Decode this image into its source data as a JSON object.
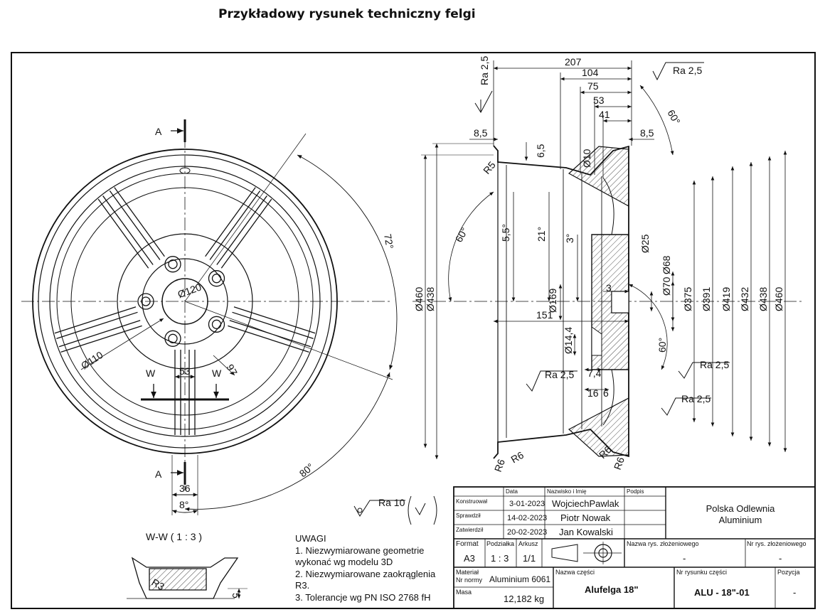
{
  "page_title": "Przykładowy rysunek techniczny felgi",
  "front_view": {
    "section_letter": "A",
    "section_w_letter": "W",
    "dims": {
      "d120": "Ø120",
      "d110": "Ø110",
      "w53": "53",
      "w97": "97",
      "w36": "36",
      "a8": "8°",
      "a72": "72°",
      "a80": "80°"
    }
  },
  "side_view": {
    "top_dims": [
      "207",
      "104",
      "75",
      "53",
      "41"
    ],
    "flange_left": "8,5",
    "flange_right": "8,5",
    "d6_5": "6,5",
    "d10": "Ø10",
    "r5": "R5",
    "r6": "R6",
    "a60_top": "60°",
    "ra_top_left": "Ra 2,5",
    "ra_top_right": "Ra 2,5",
    "left_diameters": [
      "Ø460",
      "Ø438"
    ],
    "right_diameters": [
      "Ø70",
      "Ø68",
      "Ø25",
      "Ø375",
      "Ø391",
      "Ø419",
      "Ø432",
      "Ø438",
      "Ø460"
    ],
    "angles": {
      "a60": "60°",
      "a55": "5,5°",
      "a21": "21°",
      "a3": "3°",
      "a60b": "60°"
    },
    "d169": "Ø169",
    "d151": "151",
    "d3": "3",
    "d14_4": "Ø14,4",
    "d7_4": "7,4",
    "d16": "16",
    "d6": "6",
    "ra_mid": "Ra 2,5",
    "ra_r1": "Ra 2,5",
    "ra_r2": "Ra 2,5"
  },
  "surface_symbol": {
    "label": "Ra 10"
  },
  "section_view": {
    "title": "W-W ( 1 : 3 )",
    "r3": "R3",
    "d5": "5"
  },
  "notes": {
    "heading": "UWAGI",
    "lines": [
      "1. Niezwymiarowane geometrie",
      "wykonać wg modelu 3D",
      "2. Niezwymiarowane zaokrąglenia",
      "R3.",
      "3. Tolerancje wg PN ISO 2768 fH"
    ]
  },
  "title_block": {
    "hdr_data": "Data",
    "hdr_name": "Nazwisko i Imię",
    "hdr_sign": "Podpis",
    "rows": [
      {
        "label": "Konstruował",
        "date": "3-01-2023",
        "name": "WojciechPawlak"
      },
      {
        "label": "Sprawdził",
        "date": "14-02-2023",
        "name": "Piotr Nowak"
      },
      {
        "label": "Zatwierdził",
        "date": "20-02-2023",
        "name": "Jan Kowalski"
      }
    ],
    "company": "Polska Odlewnia\nAluminium",
    "format_label": "Format",
    "format": "A3",
    "scale_label": "Podziałka",
    "scale": "1 : 3",
    "sheet_label": "Arkusz",
    "sheet": "1/1",
    "assembly_name_label": "Nazwa rys. złożeniowego",
    "assembly_name": "-",
    "assembly_no_label": "Nr rys. złożeniowego",
    "assembly_no": "-",
    "material_label": "Materiał\nNr normy",
    "material": "Aluminium 6061",
    "mass_label": "Masa",
    "mass": "12,182 kg",
    "part_name_label": "Nazwa części",
    "part_name": "Alufelga 18\"",
    "part_no_label": "Nr rysunku części",
    "part_no": "ALU - 18\"-01",
    "position_label": "Pozycja",
    "position": "-"
  }
}
